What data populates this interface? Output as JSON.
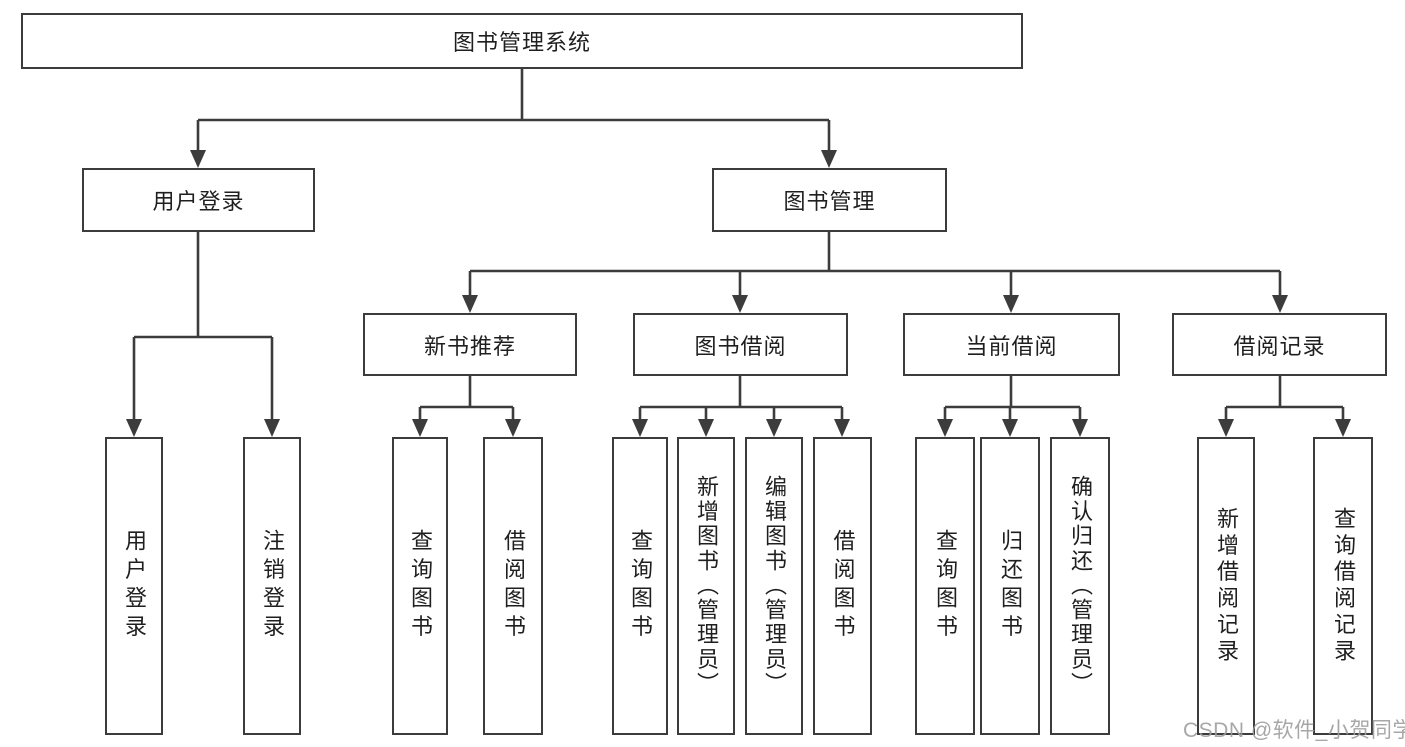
{
  "diagram": {
    "tree": {
      "label": "图书管理系统",
      "children": [
        {
          "label": "用户登录",
          "children": [
            {
              "label": "用户登录"
            },
            {
              "label": "注销登录"
            }
          ]
        },
        {
          "label": "图书管理",
          "children": [
            {
              "label": "新书推荐",
              "children": [
                {
                  "label": "查询图书"
                },
                {
                  "label": "借阅图书"
                }
              ]
            },
            {
              "label": "图书借阅",
              "children": [
                {
                  "label": "查询图书"
                },
                {
                  "label": "新增图书（管理员）"
                },
                {
                  "label": "编辑图书（管理员）"
                },
                {
                  "label": "借阅图书"
                }
              ]
            },
            {
              "label": "当前借阅",
              "children": [
                {
                  "label": "查询图书"
                },
                {
                  "label": "归还图书"
                },
                {
                  "label": "确认归还（管理员）"
                }
              ]
            },
            {
              "label": "借阅记录",
              "children": [
                {
                  "label": "新增借阅记录"
                },
                {
                  "label": "查询借阅记录"
                }
              ]
            }
          ]
        }
      ]
    },
    "watermark": "CSDN @软件_小贺同学",
    "colors": {
      "line": "#3c3c3c",
      "text": "#1f1f1f",
      "watermark": "#9e9e9e",
      "background": "#ffffff"
    }
  }
}
